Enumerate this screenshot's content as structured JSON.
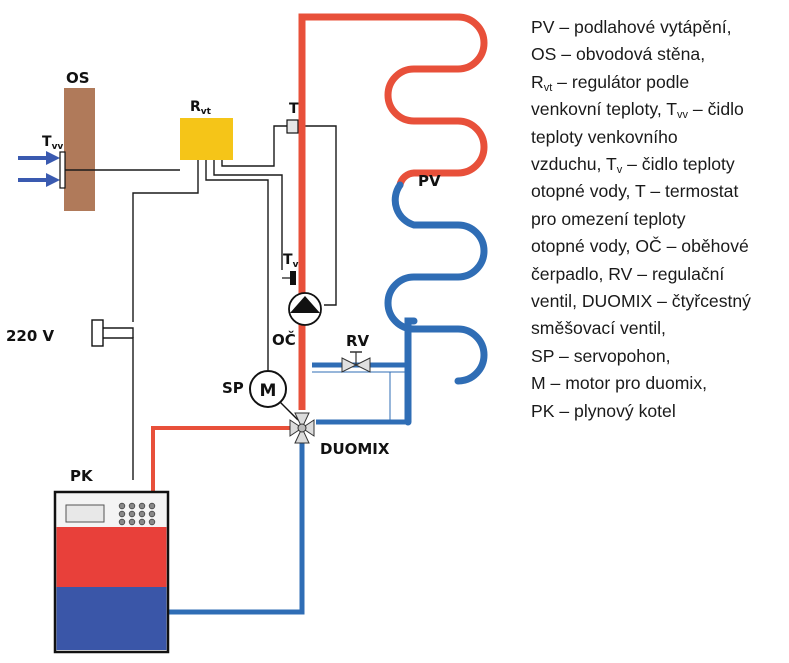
{
  "colors": {
    "hot": "#e8503a",
    "cold": "#2f6db5",
    "wire": "#1a1a1a",
    "wall": "#b07a5a",
    "controller": "#f5c518",
    "boiler_hot": "#e8403a",
    "boiler_cold": "#3a56a8",
    "sensor_arrow": "#3a5ab0"
  },
  "labels": {
    "os": "OS",
    "rvt_main": "R",
    "rvt_sub": "vt",
    "t": "T",
    "tvv_main": "T",
    "tvv_sub": "vv",
    "tv_main": "T",
    "tv_sub": "v",
    "v220": "220 V",
    "pk": "PK",
    "pv": "PV",
    "rv": "RV",
    "oc": "OČ",
    "sp": "SP",
    "m": "M",
    "duomix": "DUOMIX"
  },
  "icons": {
    "pump": "circulation-pump-icon",
    "valve": "regulating-valve-icon",
    "mixer": "four-way-mixing-valve-icon",
    "motor": "servo-motor-icon",
    "boiler": "gas-boiler-icon"
  },
  "legend": {
    "l1": "PV – podlahové vytápění,",
    "l2": "OS – obvodová stěna,",
    "l3_a": "R",
    "l3_sub": "vt",
    "l3_b": " – regulátor podle",
    "l4_a": "venkovní teploty, T",
    "l4_sub": "vv",
    "l4_b": " – čidlo",
    "l5": "teploty venkovního",
    "l6_a": "vzduchu, T",
    "l6_sub": "v",
    "l6_b": " – čidlo teploty",
    "l7": "otopné vody, T – termostat",
    "l8": "pro omezení teploty",
    "l9": "otopné vody, OČ – oběhové",
    "l10": "čerpadlo, RV – regulační",
    "l11": "ventil, DUOMIX – čtyřcestný",
    "l12": "směšovací ventil,",
    "l13": "SP – servopohon,",
    "l14": "M – motor pro duomix,",
    "l15": "PK – plynový kotel"
  }
}
